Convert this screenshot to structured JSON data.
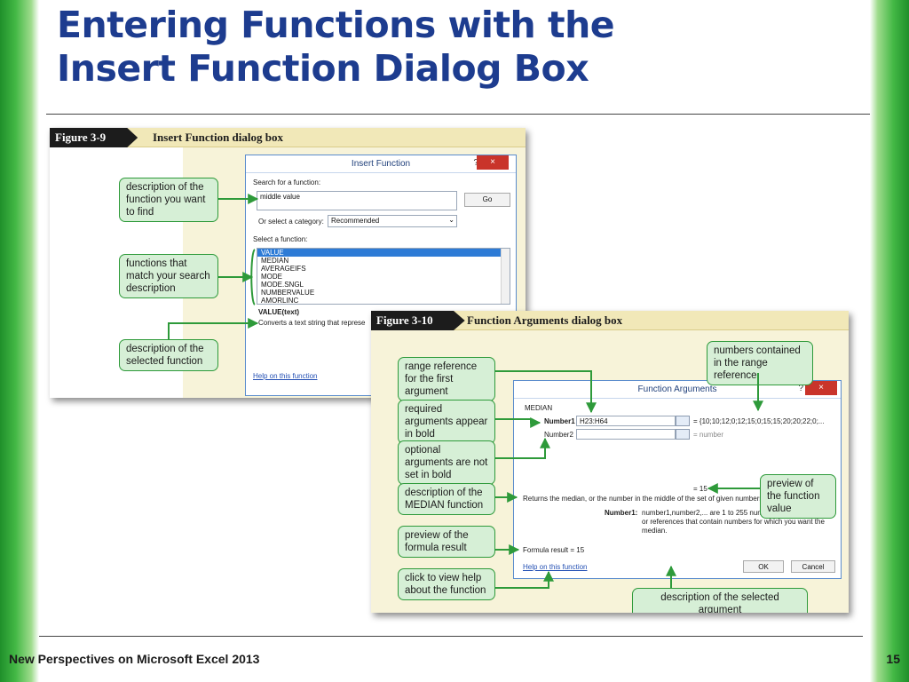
{
  "slide": {
    "title": "Entering Functions with the Insert Function Dialog Box",
    "footer_left": "New Perspectives on Microsoft Excel 2013",
    "page_number": "15",
    "accent_color": "#1d3c8f",
    "stripe_color": "#43b845"
  },
  "figure1": {
    "label": "Figure 3-9",
    "caption": "Insert Function dialog box",
    "callouts": [
      "description of the function you want to find",
      "functions that match your search description",
      "description of the selected function"
    ],
    "dialog": {
      "title": "Insert Function",
      "help_glyph": "?",
      "close_glyph": "×",
      "search_label": "Search for a function:",
      "search_value": "middle value",
      "go_label": "Go",
      "category_label": "Or select a category:",
      "category_value": "Recommended",
      "select_label": "Select a function:",
      "functions": [
        "VALUE",
        "MEDIAN",
        "AVERAGEIFS",
        "MODE",
        "MODE.SNGL",
        "NUMBERVALUE",
        "AMORLINC"
      ],
      "selected_signature": "VALUE(text)",
      "selected_description": "Converts a text string that represe",
      "help_link": "Help on this function"
    }
  },
  "figure2": {
    "label": "Figure 3-10",
    "caption": "Function Arguments dialog box",
    "callouts": {
      "range_ref": "range reference for the first argument",
      "numbers_contained": "numbers contained in the range reference",
      "required_args": "required arguments appear in bold",
      "optional_args": "optional arguments are not set in bold",
      "median_desc": "description of the MEDIAN function",
      "preview_value": "preview of the function value",
      "preview_result": "preview of the formula result",
      "view_help": "click to view help about the function",
      "selected_arg": "description of the selected argument"
    },
    "dialog": {
      "title": "Function Arguments",
      "help_glyph": "?",
      "close_glyph": "×",
      "function_name": "MEDIAN",
      "arg1_label": "Number1",
      "arg1_value": "H23:H64",
      "arg1_result": "=  {10;10;12;0;12;15;0;15;15;20;20;22;0;...",
      "arg2_label": "Number2",
      "arg2_result": "=  number",
      "preview_line": "=  15",
      "function_description": "Returns the median, or the number in the middle of the set of given numbers.",
      "arg_desc_label": "Number1:",
      "arg_desc_text": "number1,number2,... are 1 to 255 numbers or names, arrays, or references that contain numbers for which you want the median.",
      "formula_result": "Formula result =  15",
      "help_link": "Help on this function",
      "ok_label": "OK",
      "cancel_label": "Cancel"
    }
  }
}
